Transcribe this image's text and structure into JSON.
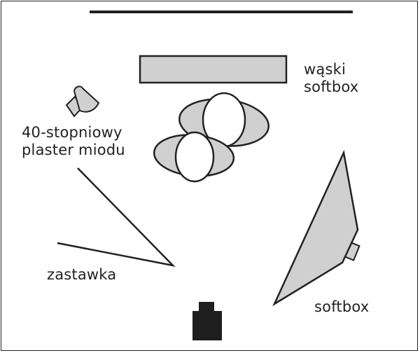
{
  "colors": {
    "stroke": "#222222",
    "fill_gray": "#d0d0d0",
    "fill_white": "#ffffff",
    "camera": "#1e1e1e",
    "background": "#ffffff"
  },
  "labels": {
    "narrow_softbox": [
      "wąski",
      "softbox"
    ],
    "honeycomb": [
      "40-stopniowy",
      "plaster miodu"
    ],
    "flag": "zastawka",
    "softbox": "softbox"
  },
  "elements": {
    "backdrop": "backdrop-line",
    "narrow_softbox": "narrow-softbox",
    "honeycomb_light": "honeycomb-light",
    "subjects": "subjects",
    "flag": "flag",
    "softbox": "softbox",
    "camera": "camera-icon"
  }
}
